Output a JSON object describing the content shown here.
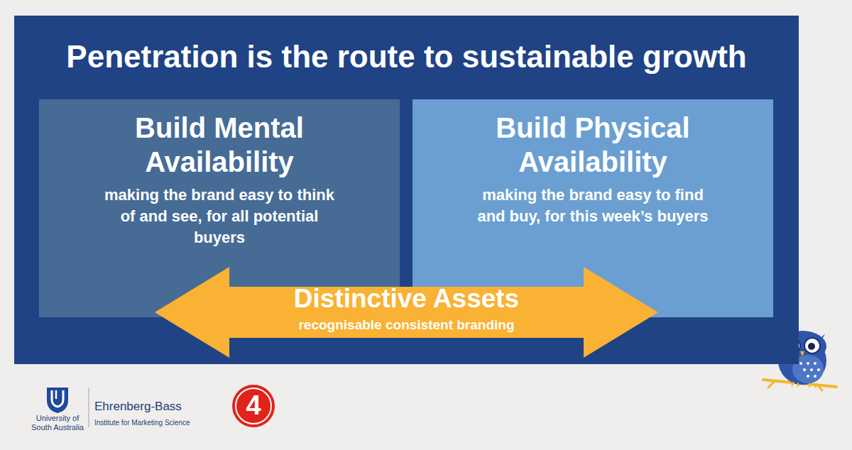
{
  "diagram": {
    "title": "Penetration is the route to sustainable growth",
    "nodes": [
      {
        "text": [
          "Build Mental Availability",
          "making the brand easy to think of and see, for all potential buyers"
        ]
      },
      {
        "text": [
          "Build Physical Availability",
          "making the brand easy to find and buy, for this week’s buyers"
        ]
      },
      {
        "text": [
          "Distinctive Assets",
          "recognisable consistent branding"
        ]
      }
    ],
    "labels": [
      "University of South Australia",
      "Ehrenberg-Bass",
      "Institute for Marketing Science",
      "4"
    ]
  }
}
